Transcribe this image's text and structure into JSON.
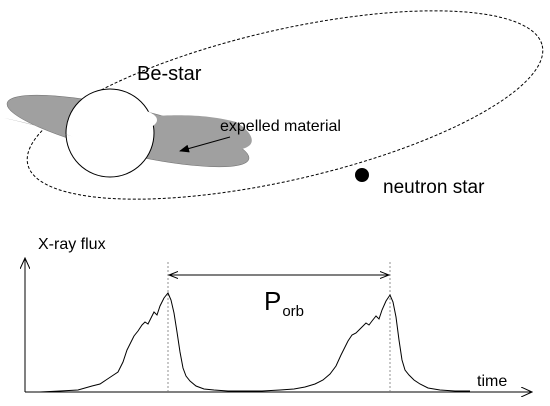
{
  "labels": {
    "be_star": "Be-star",
    "expelled": "expelled material",
    "neutron_star": "neutron star",
    "y_axis": "X-ray flux",
    "x_axis": "time",
    "period_main": "P",
    "period_sub": "orb"
  },
  "colors": {
    "ink": "#000000",
    "disk": "#a0a0a0",
    "star": "#ffffff"
  }
}
